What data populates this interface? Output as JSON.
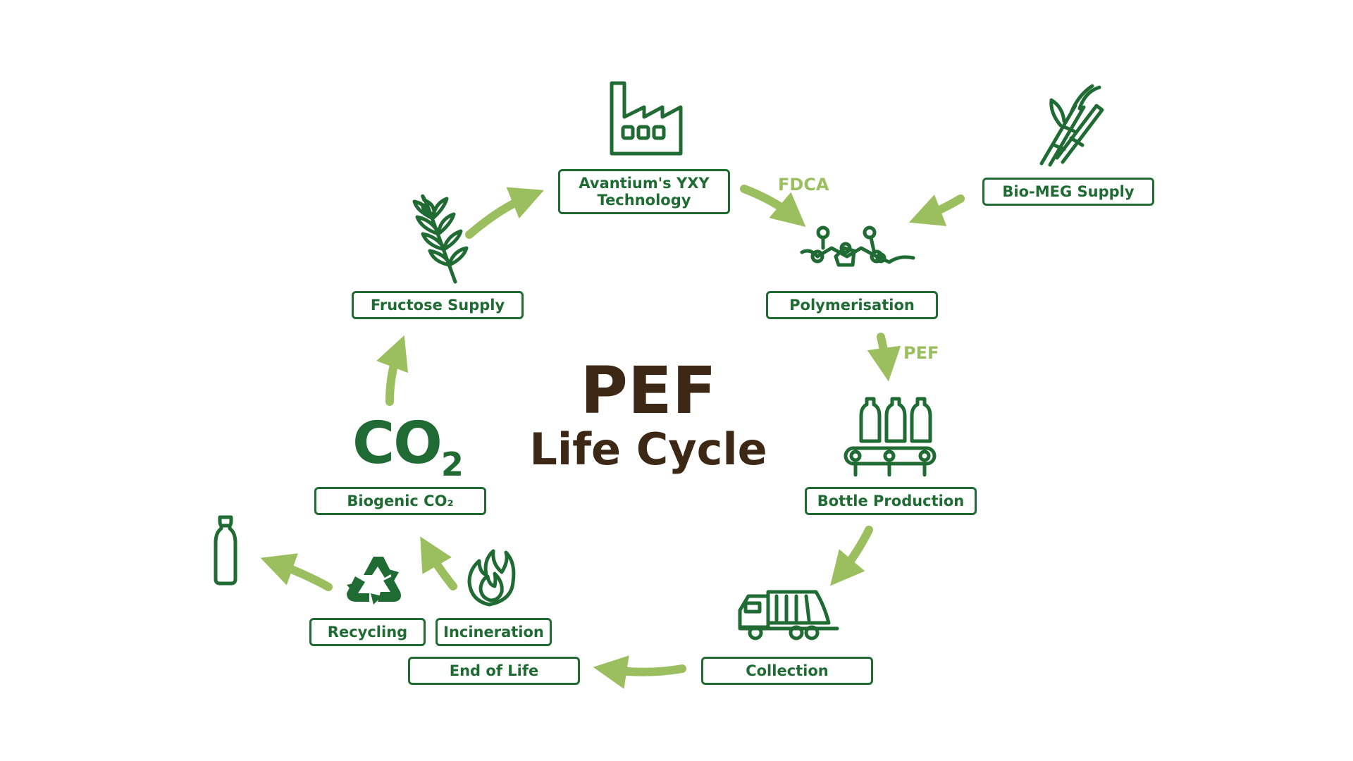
{
  "center": {
    "title": "PEF",
    "subtitle": "Life Cycle"
  },
  "co2": {
    "main": "CO",
    "sub": "2"
  },
  "boxes": {
    "avantium": "Avantium's YXY\nTechnology",
    "bio_meg": "Bio-MEG Supply",
    "fructose": "Fructose Supply",
    "polymerisation": "Polymerisation",
    "biogenic": "Biogenic CO₂",
    "bottle": "Bottle Production",
    "recycling": "Recycling",
    "incineration": "Incineration",
    "end_of_life": "End of Life",
    "collection": "Collection"
  },
  "flow_labels": {
    "fdca": "FDCA",
    "pef": "PEF"
  },
  "colors": {
    "dark_green": "#1f6b33",
    "light_green": "#9bbf5f",
    "brown": "#3d2816"
  },
  "icons": [
    "factory-icon",
    "sugarcane-icon",
    "wheat-icon",
    "molecule-icon",
    "bottles-conveyor-icon",
    "garbage-truck-icon",
    "fire-icon",
    "recycle-icon",
    "bottle-icon"
  ]
}
